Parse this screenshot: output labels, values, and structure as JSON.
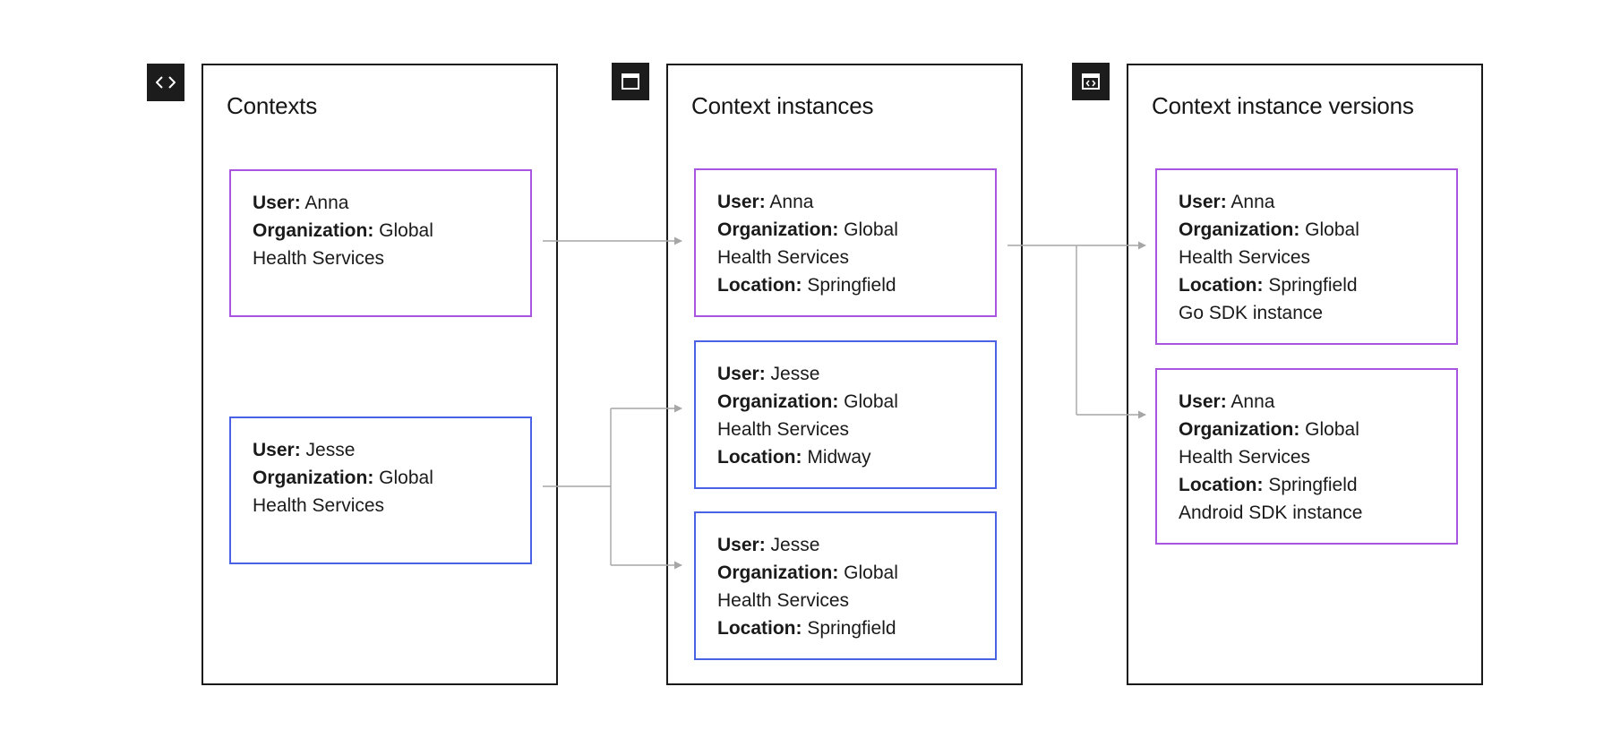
{
  "colors": {
    "purple": "#a855e0",
    "blue": "#4a63e6",
    "connector": "#a6a6a6",
    "border": "#1a1a1a",
    "badge": "#1c1c1c"
  },
  "columns": [
    {
      "icon": "code-icon",
      "title": "Contexts",
      "cards": [
        {
          "color": "purple",
          "lines": [
            {
              "key": "User:",
              "value": " Anna"
            },
            {
              "key": "Organization:",
              "value": " Global"
            },
            {
              "key": "",
              "value": "Health Services"
            }
          ]
        },
        {
          "color": "blue",
          "lines": [
            {
              "key": "User:",
              "value": " Jesse"
            },
            {
              "key": "Organization:",
              "value": " Global"
            },
            {
              "key": "",
              "value": "Health Services"
            }
          ]
        }
      ]
    },
    {
      "icon": "window-icon",
      "title": "Context instances",
      "cards": [
        {
          "color": "purple",
          "lines": [
            {
              "key": "User:",
              "value": " Anna"
            },
            {
              "key": "Organization:",
              "value": " Global"
            },
            {
              "key": "",
              "value": "Health Services"
            },
            {
              "key": "Location:",
              "value": " Springfield"
            }
          ]
        },
        {
          "color": "blue",
          "lines": [
            {
              "key": "User:",
              "value": " Jesse"
            },
            {
              "key": "Organization:",
              "value": " Global"
            },
            {
              "key": "",
              "value": "Health Services"
            },
            {
              "key": "Location:",
              "value": " Midway"
            }
          ]
        },
        {
          "color": "blue",
          "lines": [
            {
              "key": "User:",
              "value": " Jesse"
            },
            {
              "key": "Organization:",
              "value": " Global"
            },
            {
              "key": "",
              "value": "Health Services"
            },
            {
              "key": "Location:",
              "value": " Springfield"
            }
          ]
        }
      ]
    },
    {
      "icon": "code-window-icon",
      "title": "Context instance versions",
      "cards": [
        {
          "color": "purple",
          "lines": [
            {
              "key": "User:",
              "value": " Anna"
            },
            {
              "key": "Organization:",
              "value": " Global"
            },
            {
              "key": "",
              "value": "Health Services"
            },
            {
              "key": "Location:",
              "value": " Springfield"
            },
            {
              "key": "",
              "value": "Go SDK instance"
            }
          ]
        },
        {
          "color": "purple",
          "lines": [
            {
              "key": "User:",
              "value": " Anna"
            },
            {
              "key": "Organization:",
              "value": " Global"
            },
            {
              "key": "",
              "value": "Health Services"
            },
            {
              "key": "Location:",
              "value": " Springfield"
            },
            {
              "key": "",
              "value": "Android SDK instance"
            }
          ]
        }
      ]
    }
  ],
  "connections": [
    {
      "from": "contexts.0",
      "to": [
        "instances.0"
      ]
    },
    {
      "from": "contexts.1",
      "to": [
        "instances.1",
        "instances.2"
      ]
    },
    {
      "from": "instances.0",
      "to": [
        "versions.0",
        "versions.1"
      ]
    }
  ]
}
